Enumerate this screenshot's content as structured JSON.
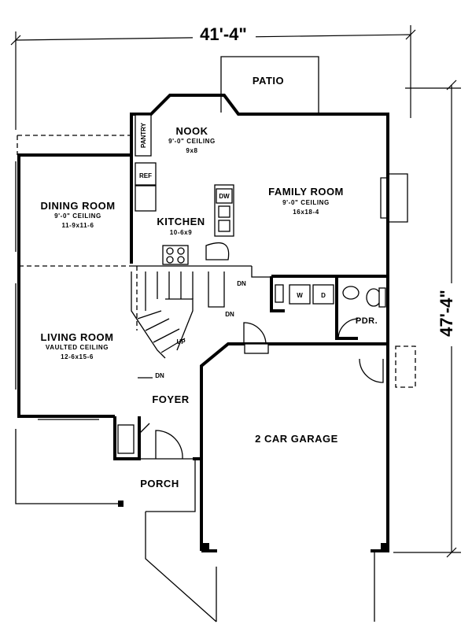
{
  "dimensions": {
    "width": "41'-4\"",
    "depth": "47'-4\""
  },
  "rooms": {
    "patio": {
      "name": "PATIO"
    },
    "nook": {
      "name": "NOOK",
      "ceiling": "9'-0\" CEILING",
      "size": "9x8"
    },
    "dining": {
      "name": "DINING ROOM",
      "ceiling": "9'-0\" CEILING",
      "size": "11-9x11-6"
    },
    "kitchen": {
      "name": "KITCHEN",
      "size": "10-6x9"
    },
    "family": {
      "name": "FAMILY ROOM",
      "ceiling": "9'-0\" CEILING",
      "size": "16x18-4"
    },
    "living": {
      "name": "LIVING ROOM",
      "ceiling": "VAULTED CEILING",
      "size": "12-6x15-6"
    },
    "foyer": {
      "name": "FOYER"
    },
    "garage": {
      "name": "2 CAR GARAGE"
    },
    "porch": {
      "name": "PORCH"
    },
    "powder": {
      "name": "PDR."
    }
  },
  "fixtures": {
    "pantry": "PANTRY",
    "ref": "REF",
    "dw": "DW",
    "washer": "W",
    "dryer": "D"
  },
  "stairs": {
    "up": "UP",
    "down_top": "DN",
    "down_side": "DN",
    "down_living": "DN"
  }
}
